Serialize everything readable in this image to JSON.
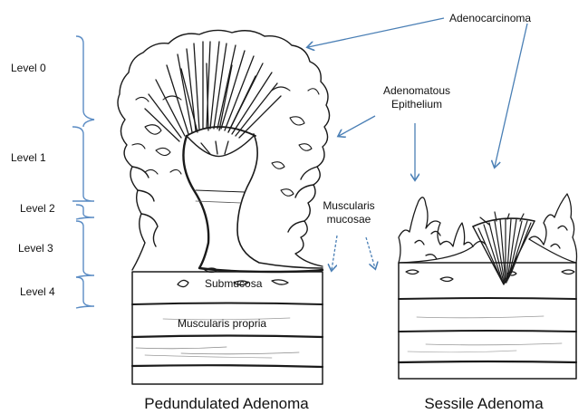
{
  "levels": [
    "Level 0",
    "Level 1",
    "Level 2",
    "Level 3",
    "Level 4"
  ],
  "labels": {
    "adenocarcinoma": "Adenocarcinoma",
    "adenomatous_line1": "Adenomatous",
    "adenomatous_line2": "Epithelium",
    "muscularis_mucosae_line1": "Muscularis",
    "muscularis_mucosae_line2": "mucosae",
    "submucosa": "Submucosa",
    "muscularis_propria": "Muscularis propria"
  },
  "captions": {
    "pedunculated": "Pedundulated Adenoma",
    "sessile": "Sessile Adenoma"
  },
  "colors": {
    "arrow": "#4a7fb5",
    "bracket": "#5b8cc4",
    "ink": "#1a1a1a"
  }
}
